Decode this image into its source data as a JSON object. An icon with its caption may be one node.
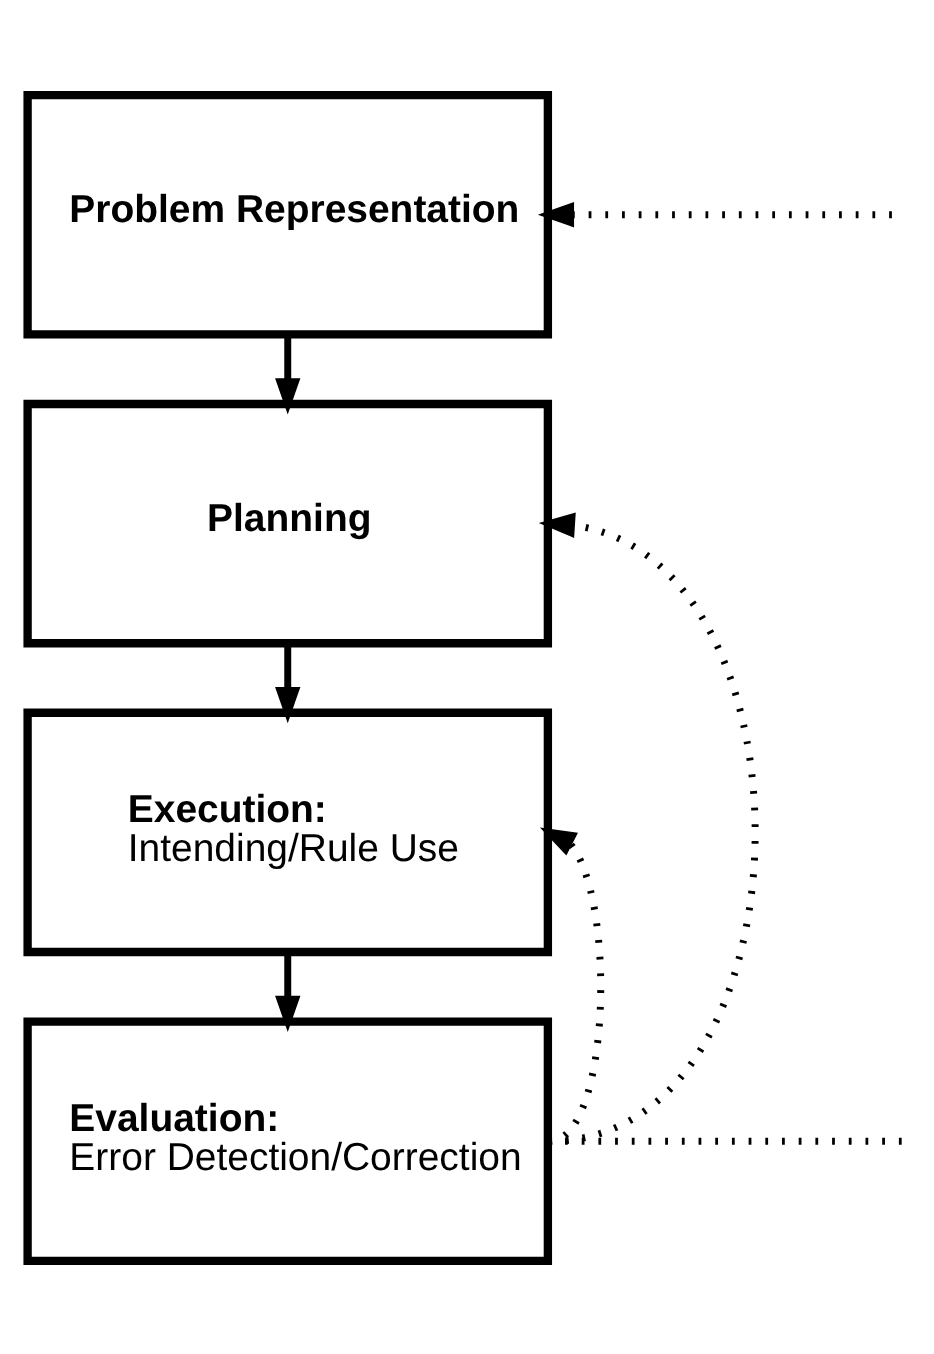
{
  "diagram": {
    "nodes": [
      {
        "text": [
          "Problem Representation"
        ]
      },
      {
        "text": [
          "Planning"
        ]
      },
      {
        "text": [
          "Execution:",
          "Intending/Rule Use"
        ]
      },
      {
        "text": [
          "Evaluation:",
          "Error Detection/Correction"
        ]
      }
    ],
    "edges": [
      {
        "from": 0,
        "to": 1,
        "arrow": "to"
      },
      {
        "from": 1,
        "to": 2,
        "arrow": "to"
      },
      {
        "from": 2,
        "to": 3,
        "arrow": "to"
      },
      {
        "from": 3,
        "to": 2,
        "arrow": "to",
        "style": "dashed"
      },
      {
        "from": 3,
        "to": 1,
        "arrow": "to",
        "style": "dashed"
      },
      {
        "from": 3,
        "to": null,
        "arrow": "none",
        "style": "dashed"
      },
      {
        "from": null,
        "to": 0,
        "arrow": "to",
        "style": "dashed"
      }
    ]
  }
}
